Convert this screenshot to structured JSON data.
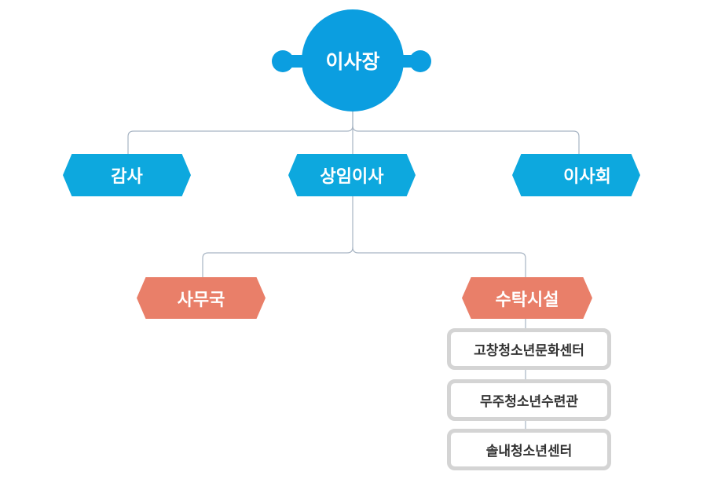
{
  "chairman": "이사장",
  "tier1": {
    "audit": "감사",
    "executive": "상임이사",
    "board": "이사회"
  },
  "tier2": {
    "secretariat": "사무국",
    "trust": "수탁시설"
  },
  "facilities": [
    "고창청소년문화센터",
    "무주청소년수련관",
    "솔내청소년센터"
  ],
  "colors": {
    "primary": "#0b9ee0",
    "secondary": "#0da8de",
    "accent": "#e97f69",
    "line": "#a7b4c3",
    "box_border": "#d4d4d4"
  }
}
